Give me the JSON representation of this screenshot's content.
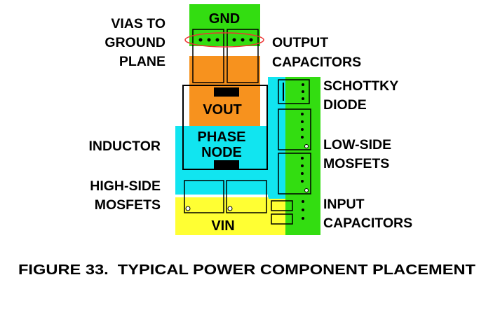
{
  "labels": {
    "vias_line1": "VIAS TO",
    "vias_line2": "GROUND",
    "vias_line3": "PLANE",
    "output_line1": "OUTPUT",
    "output_line2": "CAPACITORS",
    "schottky_line1": "SCHOTTKY",
    "schottky_line2": "DIODE",
    "inductor": "INDUCTOR",
    "lowside_line1": "LOW-SIDE",
    "lowside_line2": "MOSFETS",
    "highside_line1": "HIGH-SIDE",
    "highside_line2": "MOSFETS",
    "input_line1": "INPUT",
    "input_line2": "CAPACITORS"
  },
  "regions": {
    "gnd": "GND",
    "vout": "VOUT",
    "phase_line1": "PHASE",
    "phase_line2": "NODE",
    "vin": "VIN"
  },
  "caption": "FIGURE 33.  TYPICAL POWER COMPONENT PLACEMENT",
  "colors": {
    "gnd": "#33dd11",
    "vout": "#f7921e",
    "phase": "#11e5f0",
    "vin": "#ffff33",
    "via_ring": "#ee3333",
    "outline": "#000000"
  }
}
